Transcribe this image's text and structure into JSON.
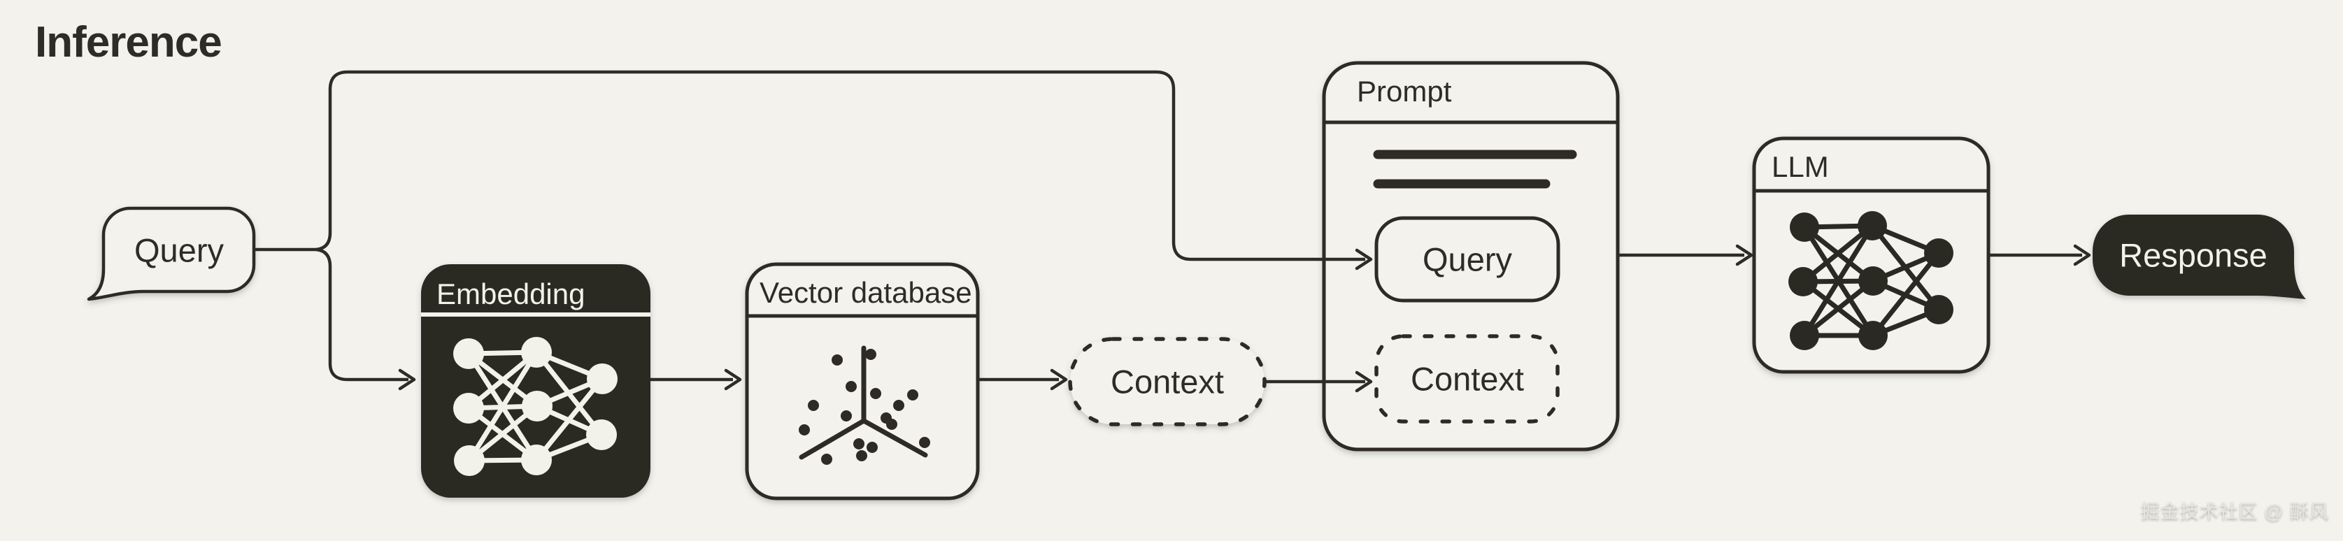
{
  "title": "Inference",
  "colors": {
    "bg": "#f3f2ed",
    "ink": "#2e2c26",
    "dark": "#2b2a22",
    "light": "#f3f2ea",
    "wm": "#e7e5de"
  },
  "nodes": {
    "query": {
      "label": "Query"
    },
    "embedding": {
      "label": "Embedding",
      "icon": "neural-network-icon"
    },
    "vector_database": {
      "label": "Vector database",
      "icon": "scatter-plot-3d-icon"
    },
    "context": {
      "label": "Context"
    },
    "prompt": {
      "label": "Prompt",
      "slots": {
        "query": "Query",
        "context": "Context"
      }
    },
    "llm": {
      "label": "LLM",
      "icon": "neural-network-icon"
    },
    "response": {
      "label": "Response"
    }
  },
  "watermark": "掘金技术社区 @ 酥风"
}
